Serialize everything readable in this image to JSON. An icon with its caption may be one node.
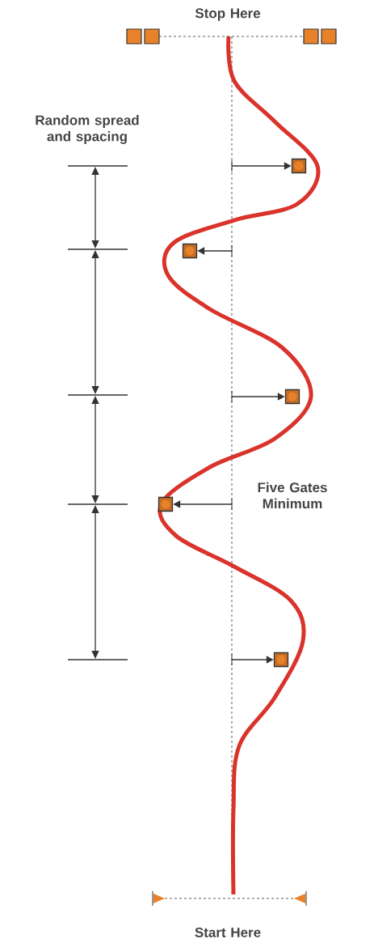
{
  "diagram": {
    "nodes": [
      {
        "text": [],
        "shape": "box"
      },
      {
        "text": [],
        "shape": "box"
      },
      {
        "text": [],
        "shape": "box"
      },
      {
        "text": [],
        "shape": "box"
      },
      {
        "text": [],
        "shape": "box"
      }
    ],
    "edges": [
      {
        "from": null,
        "to": 0,
        "arrow": "to"
      },
      {
        "from": null,
        "to": 1,
        "arrow": "to"
      },
      {
        "from": null,
        "to": 2,
        "arrow": "to"
      },
      {
        "from": null,
        "to": 3,
        "arrow": "to"
      },
      {
        "from": null,
        "to": 4,
        "arrow": "to"
      }
    ],
    "labels": [
      "Stop Here",
      "Random spread and spacing",
      "Five Gates Minimum",
      "Start Here"
    ]
  }
}
